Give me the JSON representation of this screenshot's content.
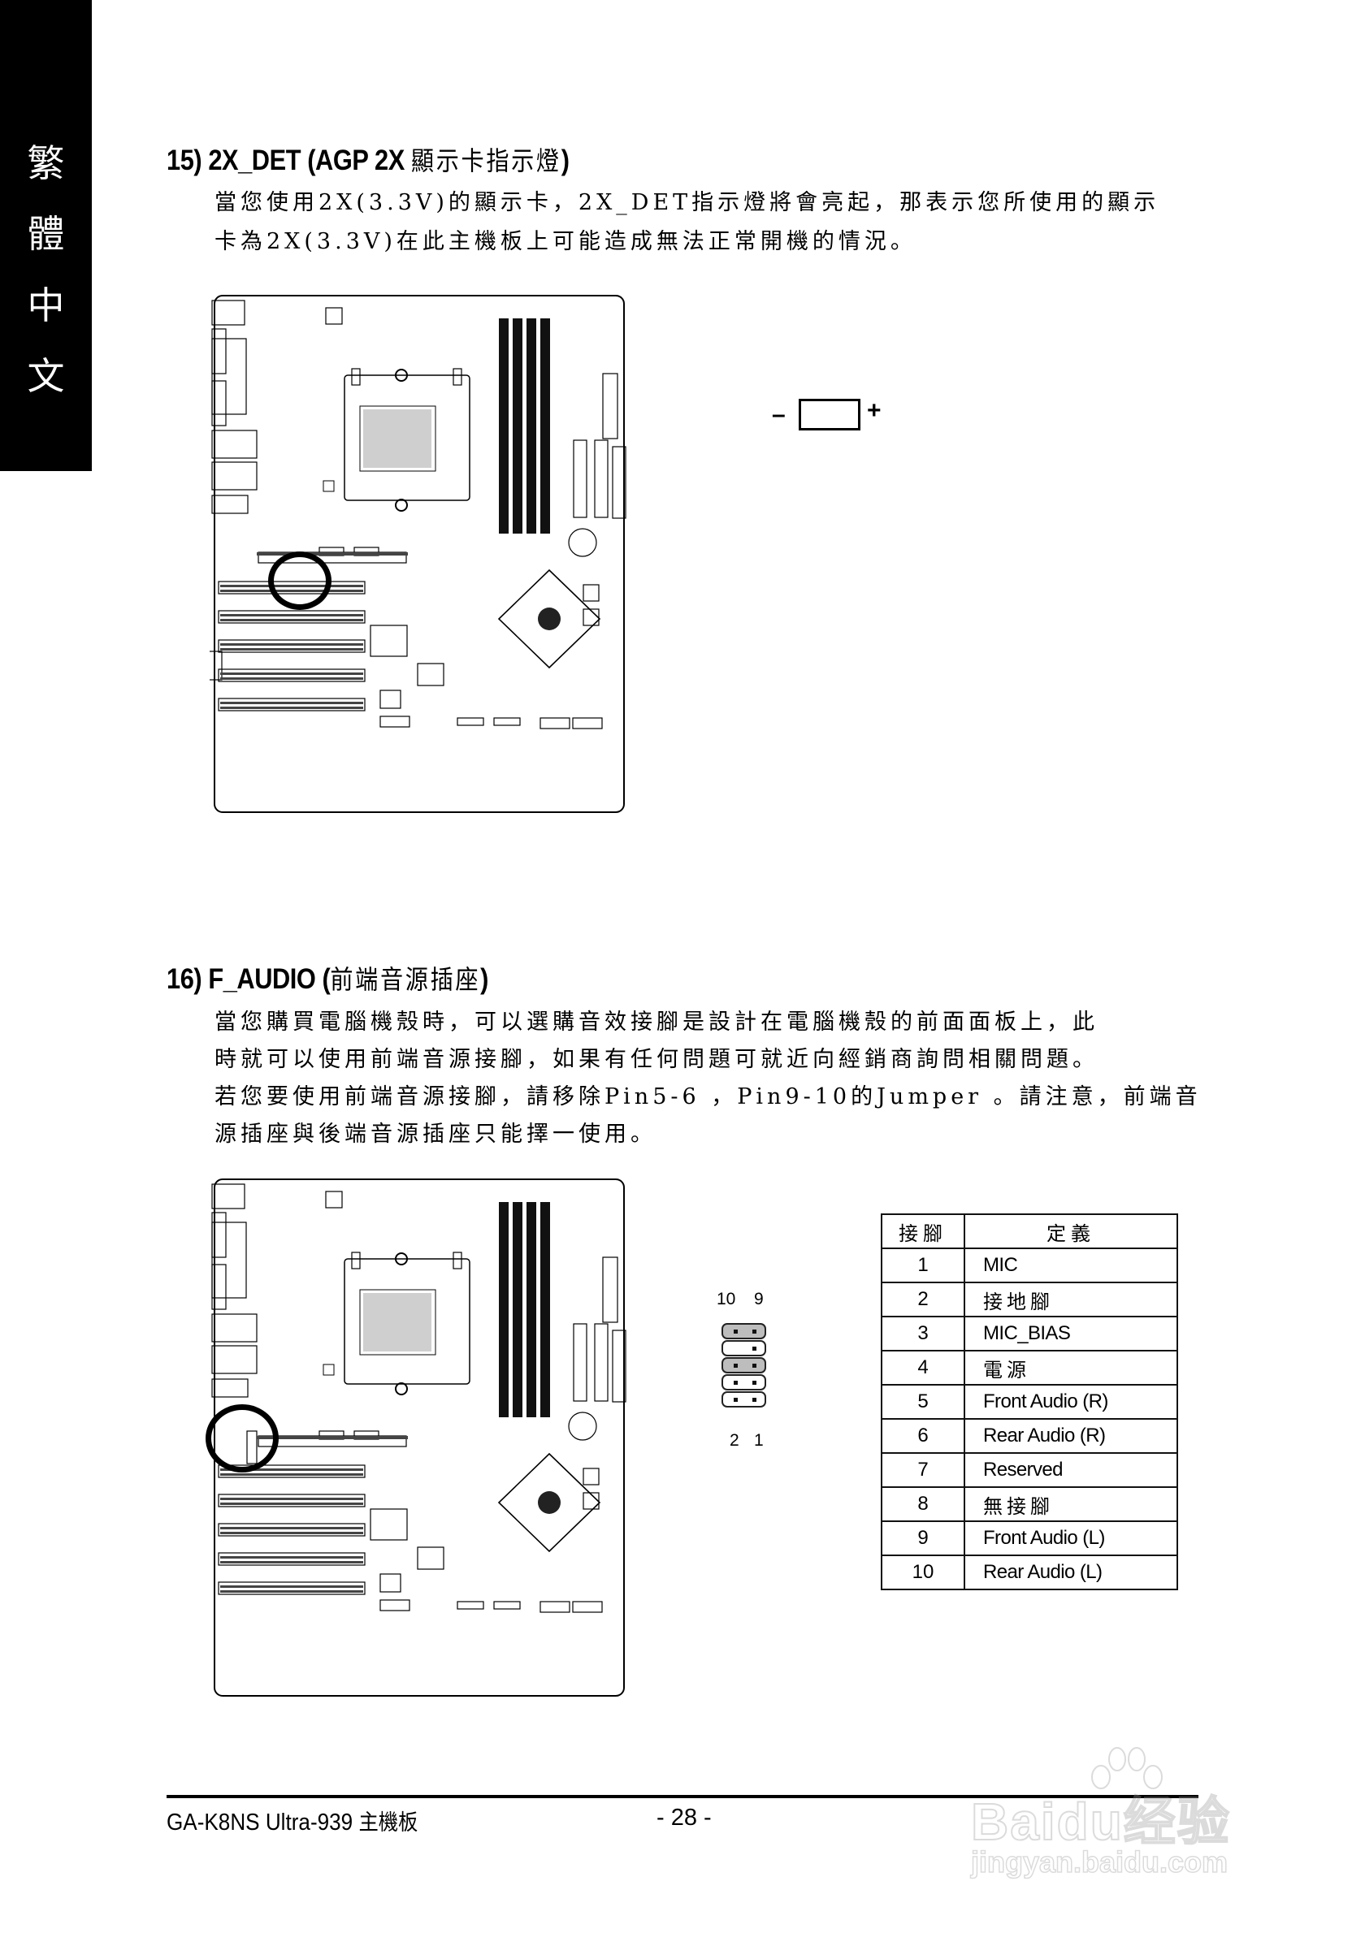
{
  "sidebar": {
    "language_tab": [
      "繁",
      "體",
      "中",
      "文"
    ]
  },
  "section15": {
    "number": "15)",
    "title_latin": "2X_DET (AGP 2X",
    "title_cjk": "顯示卡指示燈",
    "title_close": ")",
    "body_lines": [
      "當您使用2X(3.3V)的顯示卡，2X_DET指示燈將會亮起，那表示您所使用的顯示",
      "卡為2X(3.3V)在此主機板上可能造成無法正常開機的情況。"
    ],
    "led": {
      "minus": "–",
      "plus": "+"
    },
    "highlight": "2X_DET LED location near AGP slot"
  },
  "section16": {
    "number": "16)",
    "title_latin": "F_AUDIO (",
    "title_cjk": "前端音源插座",
    "title_close": ")",
    "body_lines": [
      "當您購買電腦機殼時，可以選購音效接腳是設計在電腦機殼的前面面板上，此",
      "時就可以使用前端音源接腳，如果有任何問題可就近向經銷商詢問相關問題。",
      "若您要使用前端音源接腳，請移除Pin5-6 ，Pin9-10的Jumper 。請注意，前端音",
      "源插座與後端音源插座只能擇一使用。"
    ],
    "header_diagram": {
      "top_labels": [
        "10",
        "9"
      ],
      "bottom_labels": [
        "2",
        "1"
      ],
      "rows": [
        {
          "pins": "10-9",
          "jumper": true,
          "left_pin": true,
          "right_pin": true
        },
        {
          "pins": "8-7",
          "jumper": false,
          "left_pin": false,
          "right_pin": true
        },
        {
          "pins": "6-5",
          "jumper": true,
          "left_pin": true,
          "right_pin": true
        },
        {
          "pins": "4-3",
          "jumper": false,
          "left_pin": true,
          "right_pin": true
        },
        {
          "pins": "2-1",
          "jumper": false,
          "left_pin": true,
          "right_pin": true
        }
      ]
    },
    "table": {
      "headers": [
        "接腳",
        "定義"
      ],
      "rows": [
        {
          "pin": "1",
          "definition": "MIC"
        },
        {
          "pin": "2",
          "definition": "接地腳"
        },
        {
          "pin": "3",
          "definition": "MIC_BIAS"
        },
        {
          "pin": "4",
          "definition": "電源"
        },
        {
          "pin": "5",
          "definition": "Front Audio (R)"
        },
        {
          "pin": "6",
          "definition": "Rear Audio (R)"
        },
        {
          "pin": "7",
          "definition": "Reserved"
        },
        {
          "pin": "8",
          "definition": "無接腳"
        },
        {
          "pin": "9",
          "definition": "Front Audio (L)"
        },
        {
          "pin": "10",
          "definition": "Rear Audio (L)"
        }
      ]
    }
  },
  "footer": {
    "model": "GA-K8NS Ultra-939",
    "model_suffix": "主機板",
    "page": "- 28 -"
  },
  "watermark": {
    "brand": "Baidu经验",
    "url": "jingyan.baidu.com"
  },
  "colors": {
    "ink": "#000000",
    "jumper_fill": "#bdbdbd",
    "tab_bg": "#000000",
    "tab_text": "#ffffff"
  }
}
